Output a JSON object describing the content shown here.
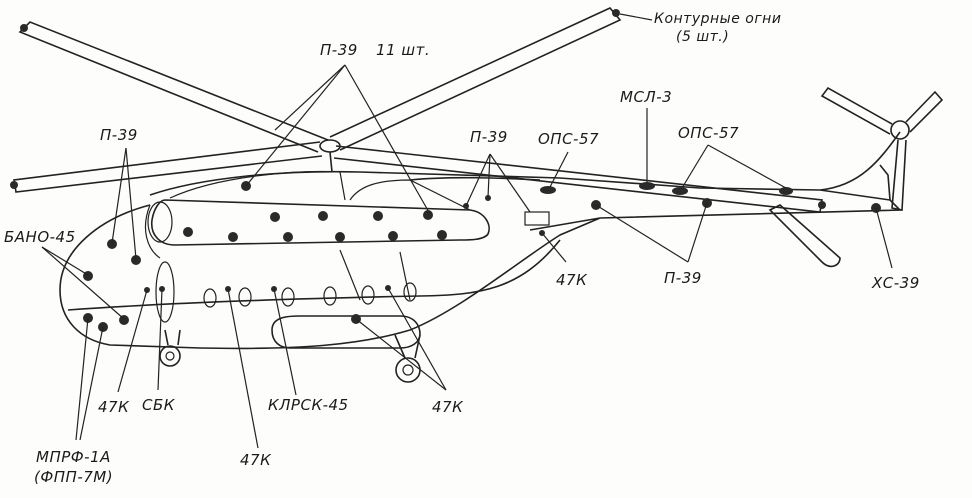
{
  "labels": {
    "kontur": "Контурные огни",
    "kontur_count": "(5 шт.)",
    "p39_11": "П-39",
    "p39_11_count": "11 шт.",
    "p39_left": "П-39",
    "p39_mid": "П-39",
    "p39_right": "П-39",
    "bano": "БАНО-45",
    "ops_left": "ОПС-57",
    "ops_right": "ОПС-57",
    "msl": "МСЛ-3",
    "k47_right": "47К",
    "xs": "ХС-39",
    "k47_left": "47К",
    "sbk": "СБК",
    "klrsk": "КЛРСК-45",
    "k47_bottom": "47К",
    "k47_mid": "47К",
    "mprf": "МПРФ-1А",
    "fpp": "(ФПП-7М)"
  }
}
